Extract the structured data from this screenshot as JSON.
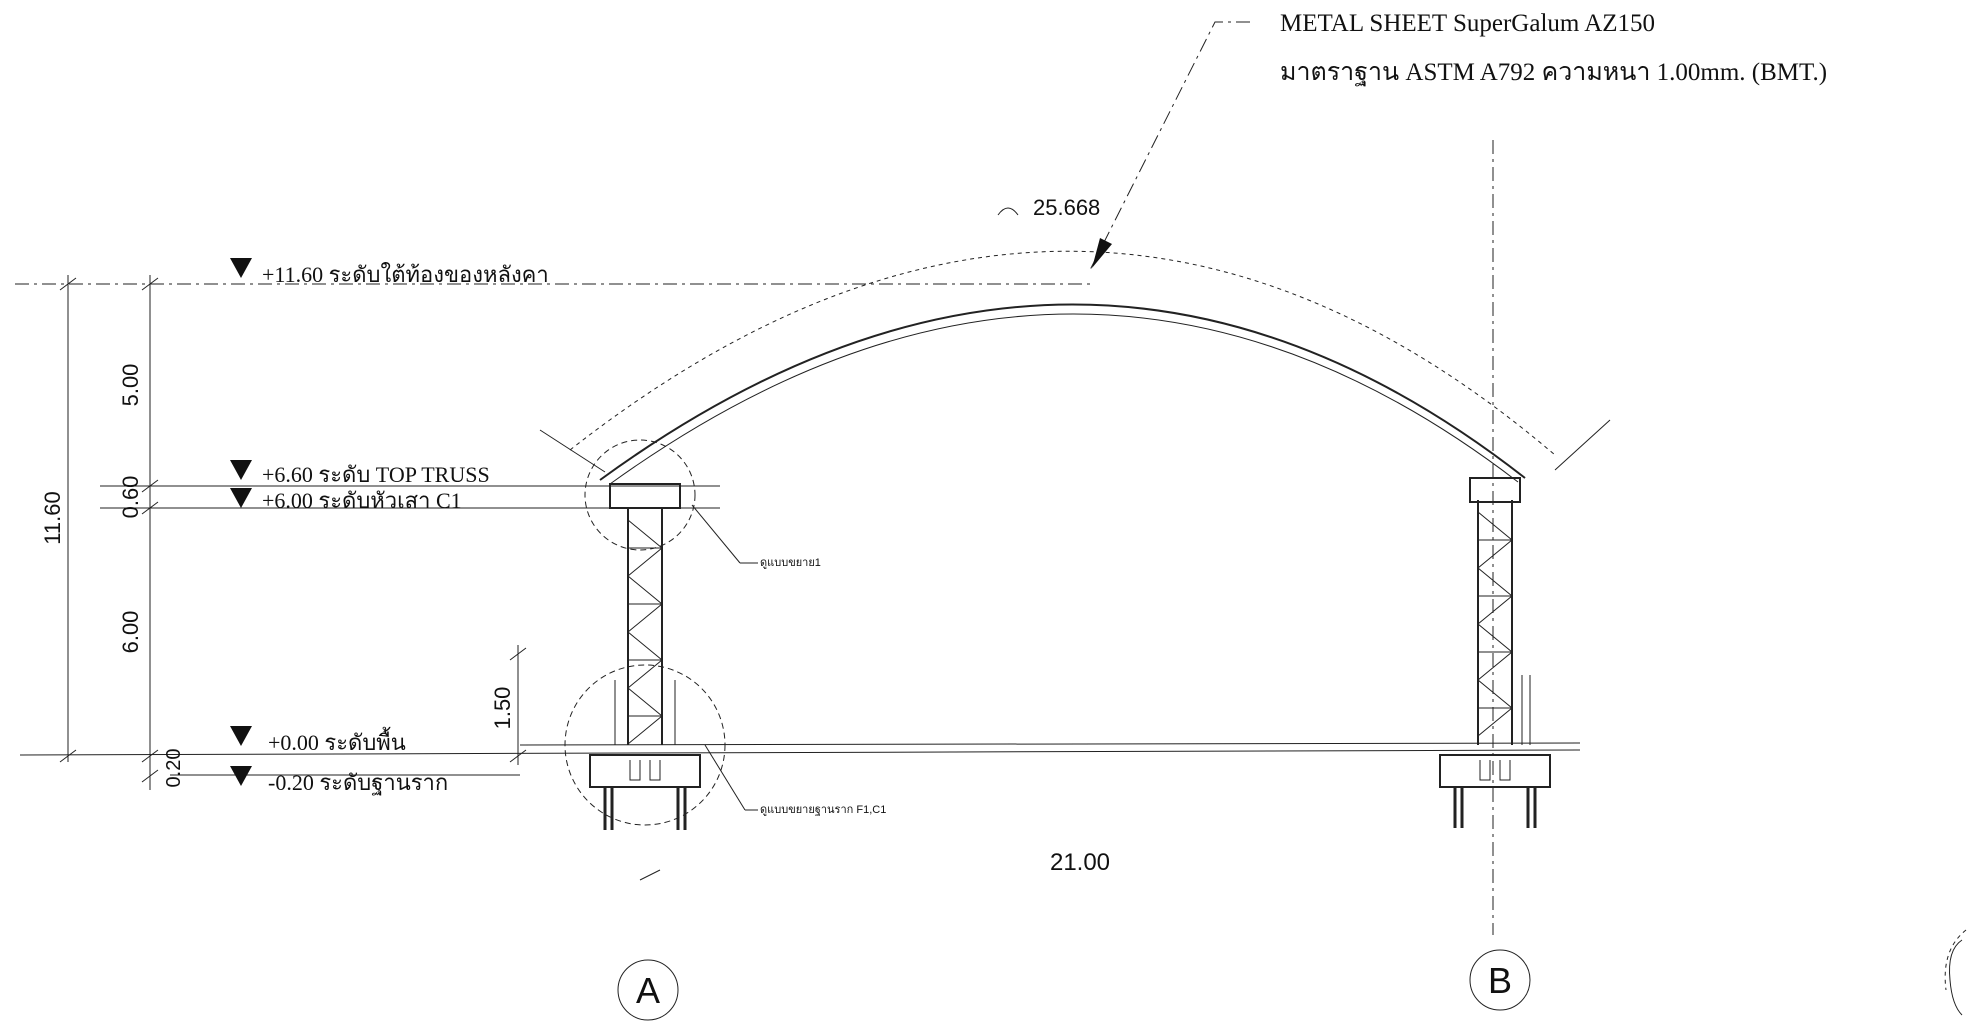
{
  "note": {
    "line1": "METAL SHEET SuperGalum AZ150",
    "line2": "มาตราฐาน ASTM A792   ความหนา   1.00mm. (BMT.)"
  },
  "arc_length": "25.668",
  "levels": {
    "roof": "+11.60 ระดับใต้ท้องของหลังคา",
    "top_truss": "+6.60 ระดับ TOP TRUSS",
    "column_top": "+6.00 ระดับหัวเสา C1",
    "floor": "+0.00 ระดับพื้น",
    "foundation": "-0.20 ระดับฐานราก"
  },
  "dims": {
    "total": "11.60",
    "upper": "5.00",
    "truss": "0.60",
    "column": "6.00",
    "base": "0.20",
    "pedestal": "1.50",
    "span": "21.00"
  },
  "callouts": {
    "detail_top": "ดูแบบขยาย1",
    "detail_base": "ดูแบบขยายฐานราก F1,C1"
  },
  "grid": {
    "a": "A",
    "b": "B"
  }
}
